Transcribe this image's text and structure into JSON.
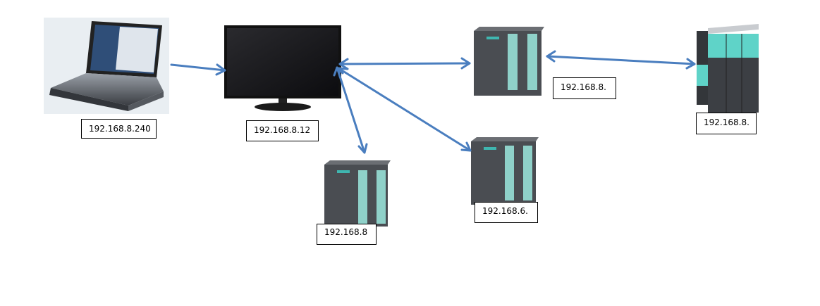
{
  "diagram": {
    "nodes": [
      {
        "id": "laptop",
        "type": "laptop",
        "label": "192.168.8.240"
      },
      {
        "id": "monitor",
        "type": "hmi-monitor",
        "label": "192.168.8.12"
      },
      {
        "id": "plc-top",
        "type": "plc",
        "label": "192.168.8."
      },
      {
        "id": "drive",
        "type": "servo-drive",
        "label": "192.168.8."
      },
      {
        "id": "plc-bottom-left",
        "type": "plc",
        "label": "192.168.8"
      },
      {
        "id": "plc-bottom-right",
        "type": "plc",
        "label": "192.168.6."
      }
    ],
    "edges": [
      {
        "from": "laptop",
        "to": "monitor",
        "direction": "one-way"
      },
      {
        "from": "monitor",
        "to": "plc-top",
        "direction": "two-way"
      },
      {
        "from": "monitor",
        "to": "plc-bottom-right",
        "direction": "two-way"
      },
      {
        "from": "monitor",
        "to": "plc-bottom-left",
        "direction": "two-way"
      },
      {
        "from": "plc-top",
        "to": "drive",
        "direction": "two-way"
      }
    ],
    "colors": {
      "arrow": "#4a7ebf",
      "plc_body": "#4a4d52",
      "plc_io": "#8fd1c9",
      "drive_accent": "#5fd3c8"
    }
  }
}
